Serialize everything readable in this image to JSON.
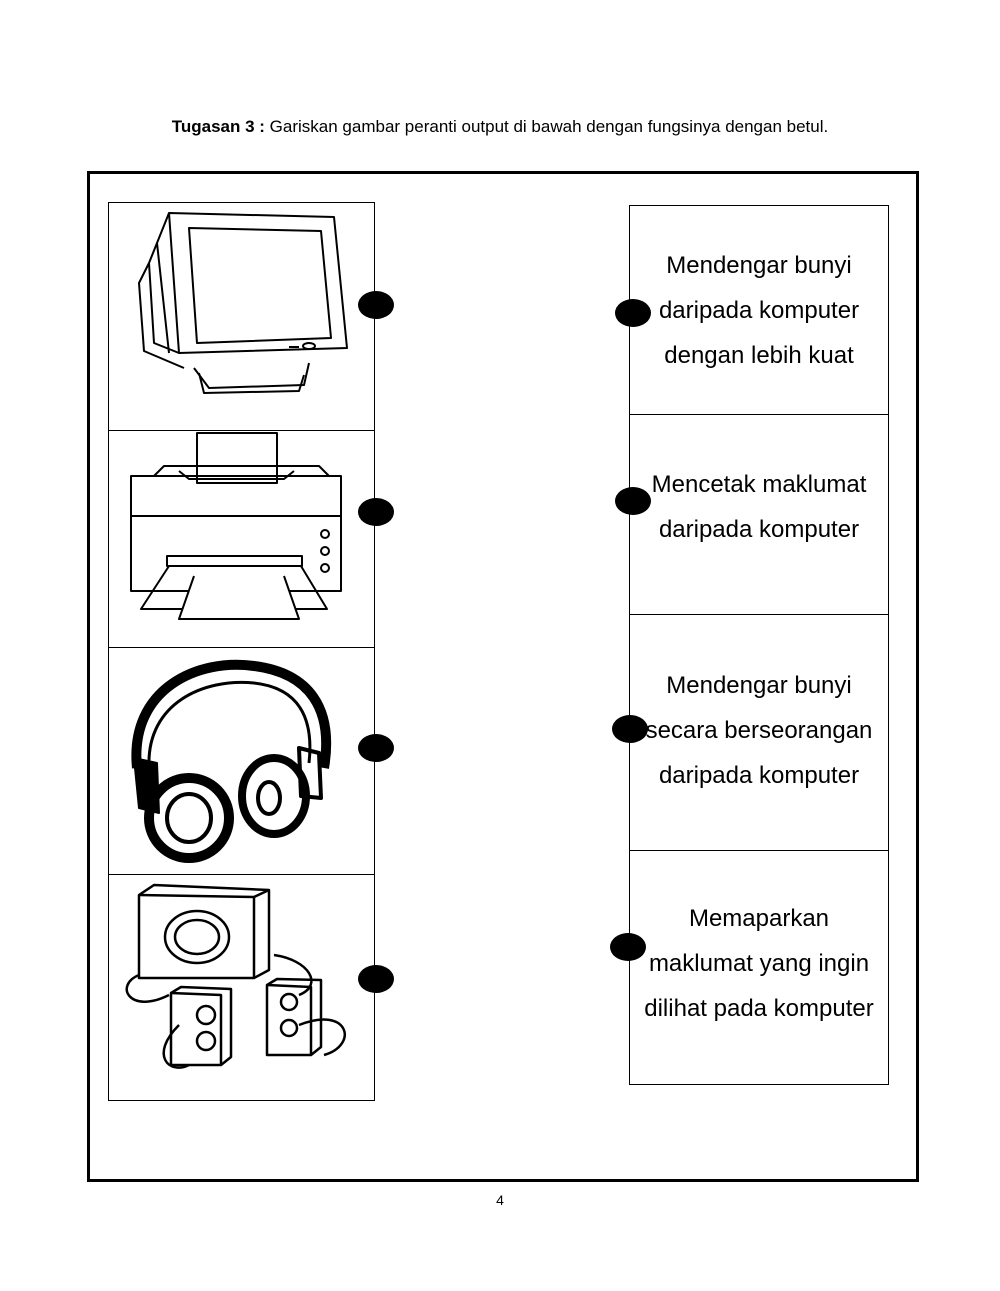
{
  "instruction": {
    "bold": "Tugasan 3 :",
    "text": " Gariskan gambar peranti output di bawah dengan fungsinya dengan betul."
  },
  "devices": [
    {
      "icon": "monitor-icon"
    },
    {
      "icon": "printer-icon"
    },
    {
      "icon": "headphones-icon"
    },
    {
      "icon": "speakers-icon"
    }
  ],
  "functions": [
    {
      "label": "Mendengar bunyi daripada komputer dengan lebih kuat"
    },
    {
      "label": "Mencetak maklumat daripada komputer"
    },
    {
      "label": "Mendengar bunyi secara berseorangan daripada komputer"
    },
    {
      "label": "Memaparkan maklumat yang ingin dilihat pada komputer"
    }
  ],
  "page_number": "4"
}
